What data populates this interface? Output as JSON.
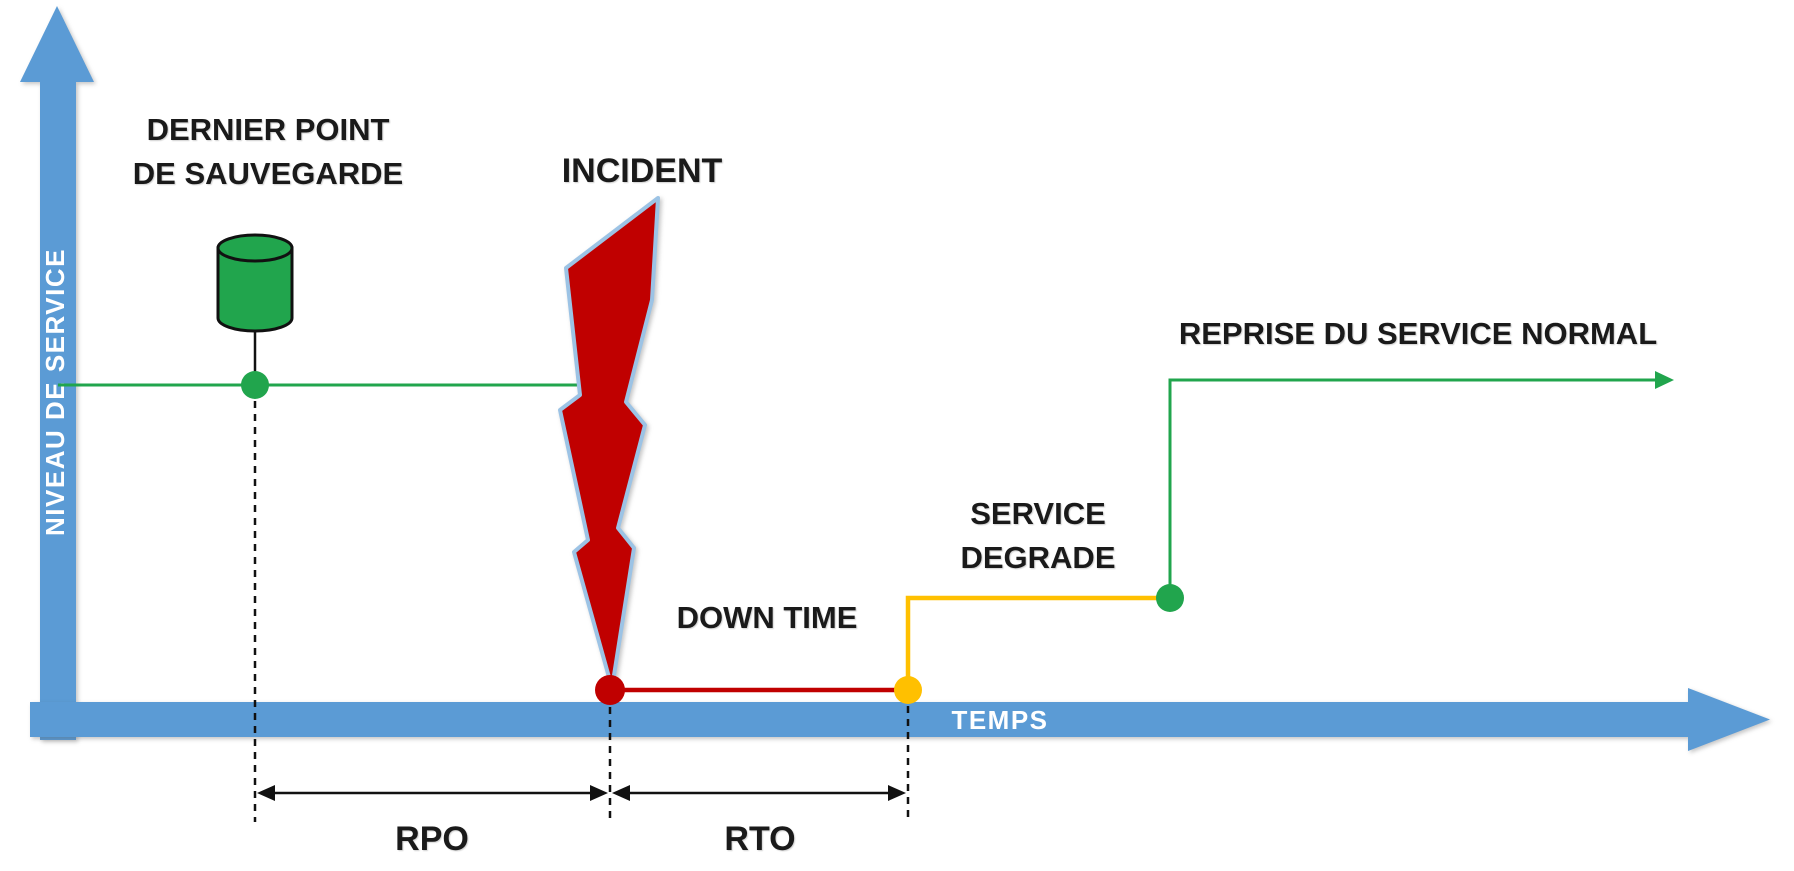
{
  "diagram": {
    "y_axis_label": "NIVEAU DE SERVICE",
    "x_axis_label": "TEMPS",
    "backup_label_line1": "DERNIER POINT",
    "backup_label_line2": "DE SAUVEGARDE",
    "incident_label": "INCIDENT",
    "downtime_label": "DOWN TIME",
    "degraded_label_line1": "SERVICE",
    "degraded_label_line2": "DEGRADE",
    "recovery_label": "REPRISE DU SERVICE NORMAL",
    "rpo_label": "RPO",
    "rto_label": "RTO",
    "colors": {
      "axis_blue": "#5B9BD5",
      "green": "#21A54D",
      "red": "#C00000",
      "yellow": "#FFC000",
      "bolt_outline": "#9CC3E5",
      "text": "#1A1A1A"
    }
  }
}
